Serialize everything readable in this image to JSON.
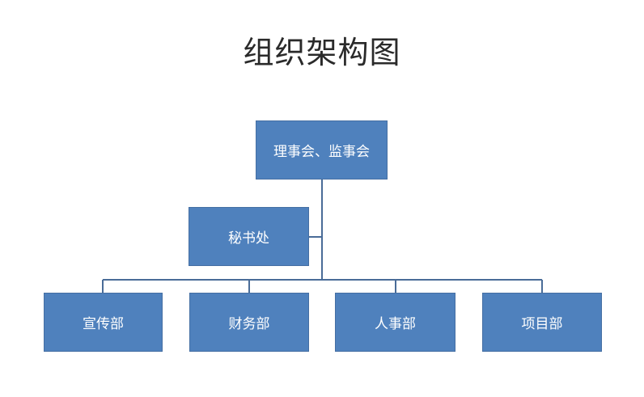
{
  "title": "组织架构图",
  "colors": {
    "box_fill": "#4f81bd",
    "connector": "#4a6c98",
    "box_text": "#ffffff"
  },
  "nodes": {
    "board": "理事会、监事会",
    "secretariat": "秘书处",
    "publicity": "宣传部",
    "finance": "财务部",
    "hr": "人事部",
    "project": "项目部"
  }
}
